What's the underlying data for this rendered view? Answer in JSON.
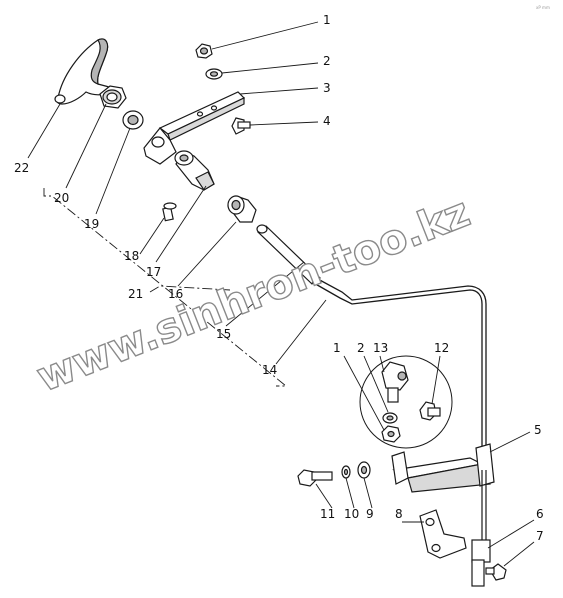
{
  "diagram": {
    "watermark": "www.sinhron-too.kz",
    "corner_mark": "xP mm",
    "callouts": [
      {
        "id": "1",
        "text": "1"
      },
      {
        "id": "2",
        "text": "2"
      },
      {
        "id": "3",
        "text": "3"
      },
      {
        "id": "4",
        "text": "4"
      },
      {
        "id": "5",
        "text": "5"
      },
      {
        "id": "6",
        "text": "6"
      },
      {
        "id": "7",
        "text": "7"
      },
      {
        "id": "8",
        "text": "8"
      },
      {
        "id": "9",
        "text": "9"
      },
      {
        "id": "10",
        "text": "10"
      },
      {
        "id": "11",
        "text": "11"
      },
      {
        "id": "12",
        "text": "12"
      },
      {
        "id": "13",
        "text": "13"
      },
      {
        "id": "14",
        "text": "14"
      },
      {
        "id": "15",
        "text": "15"
      },
      {
        "id": "16",
        "text": "16"
      },
      {
        "id": "17",
        "text": "17"
      },
      {
        "id": "18",
        "text": "18"
      },
      {
        "id": "19",
        "text": "19"
      },
      {
        "id": "20",
        "text": "20"
      },
      {
        "id": "21",
        "text": "21"
      },
      {
        "id": "22",
        "text": "22"
      },
      {
        "id": "1b",
        "text": "1"
      },
      {
        "id": "2b",
        "text": "2"
      }
    ]
  }
}
